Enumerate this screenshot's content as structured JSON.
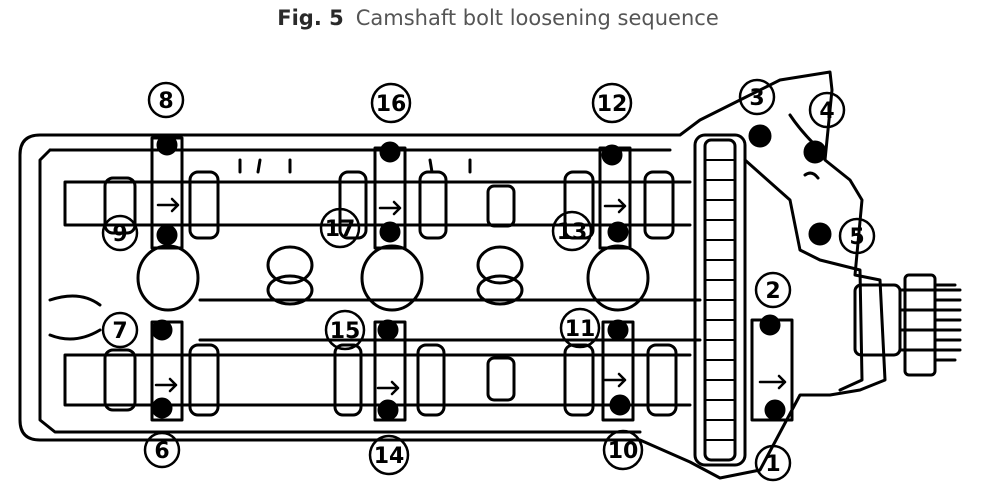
{
  "caption": {
    "figure_label": "Fig. 5",
    "title": "Camshaft bolt loosening sequence"
  },
  "callouts": [
    "1",
    "2",
    "3",
    "4",
    "5",
    "6",
    "7",
    "8",
    "9",
    "10",
    "11",
    "12",
    "13",
    "14",
    "15",
    "16",
    "17"
  ]
}
